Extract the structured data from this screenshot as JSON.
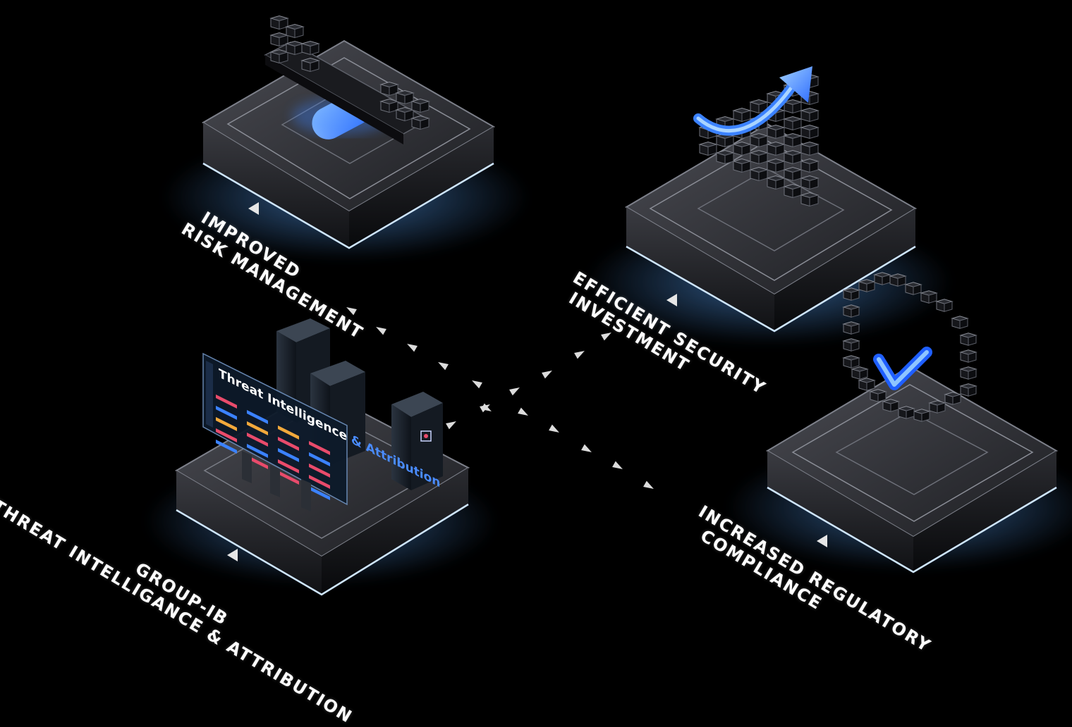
{
  "labels": {
    "risk": {
      "line1": "IMPROVED",
      "line2": "RISK MANAGEMENT"
    },
    "investment": {
      "line1": "EFFICIENT SECURITY",
      "line2": "INVESTMENT"
    },
    "compliance": {
      "line1": "INCREASED REGULATORY",
      "line2": "COMPLIANCE"
    },
    "source": {
      "line1": "GROUP-IB",
      "line2": "THREAT INTELLIGANCE & ATTRIBUTION"
    }
  },
  "screen": {
    "title": "Threat Intelligence",
    "accent": "& Attribution"
  },
  "colors": {
    "background": "#000000",
    "platform": "#2b2c31",
    "platform_side": "#15161a",
    "accent_blue": "#3b82ff",
    "glow": "#6fb6ff",
    "cube": "#1c1d22",
    "cube_edge": "#8a8d96"
  },
  "icons": [
    "rising-arrow-icon",
    "check-mark-icon",
    "chevron-arrow-icon"
  ]
}
